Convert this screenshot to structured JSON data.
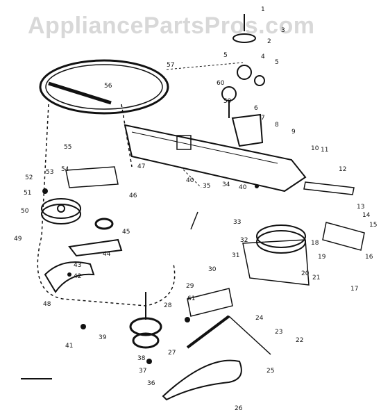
{
  "watermark": "AppliancePartsPros.com",
  "labels": [
    "1",
    "2",
    "3",
    "4",
    "5",
    "5",
    "6",
    "7",
    "8",
    "9",
    "10",
    "11",
    "12",
    "13",
    "14",
    "15",
    "16",
    "17",
    "18",
    "19",
    "20",
    "21",
    "22",
    "23",
    "24",
    "25",
    "26",
    "27",
    "28",
    "29",
    "30",
    "31",
    "32",
    "33",
    "34",
    "35",
    "36",
    "37",
    "38",
    "39",
    "40",
    "40",
    "41",
    "42",
    "43",
    "44",
    "45",
    "46",
    "47",
    "48",
    "49",
    "50",
    "51",
    "52",
    "53",
    "54",
    "55",
    "56",
    "57",
    "59",
    "60",
    "61",
    "8"
  ]
}
